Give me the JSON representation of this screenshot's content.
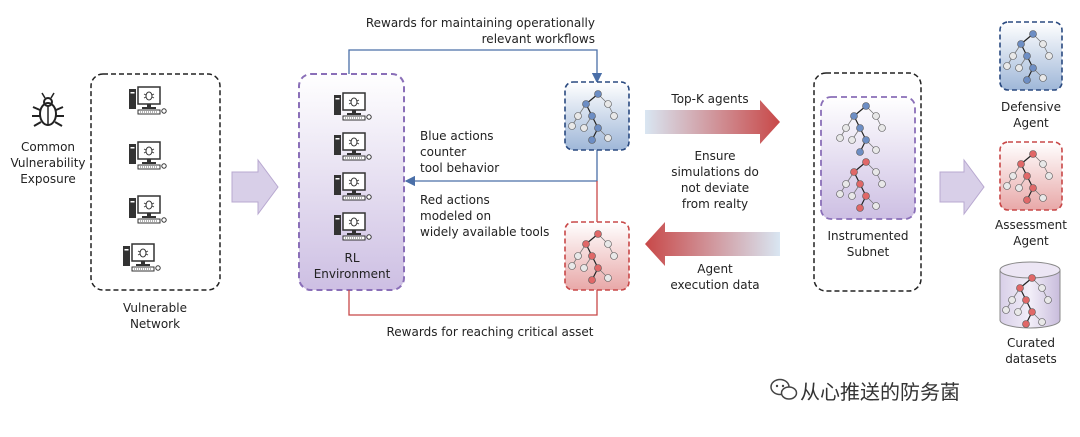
{
  "source_label": "Common\nVulnerability\nExposure",
  "network_label": "Vulnerable\nNetwork",
  "rl_label": "RL\nEnvironment",
  "top_reward": "Rewards for maintaining operationally\nrelevant workflows",
  "bottom_reward": "Rewards for reaching critical asset",
  "blue_actions": "Blue actions\ncounter\ntool behavior",
  "red_actions": "Red actions\nmodeled on\nwidely available tools",
  "top_k": "Top-K agents",
  "ensure": "Ensure\nsimulations do\nnot deviate\nfrom realty",
  "agent_exec": "Agent\nexecution data",
  "subnet_label": "Instrumented\nSubnet",
  "outputs": {
    "defensive": "Defensive\nAgent",
    "assessment": "Assessment\nAgent",
    "curated": "Curated\ndatasets"
  },
  "watermark": "从心推送的防务菌",
  "colors": {
    "blue": "#5a7fb8",
    "red": "#c84848",
    "purple": "#8a6fb8",
    "light_purple": "#d8cfe8"
  }
}
